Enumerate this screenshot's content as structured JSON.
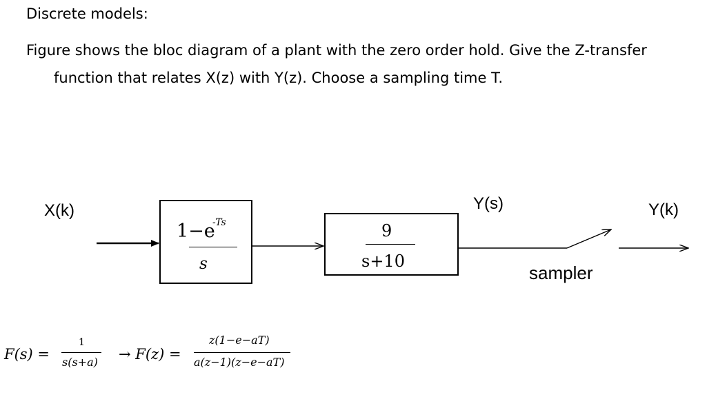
{
  "heading": "Discrete models:",
  "problem": {
    "line1": "Figure shows the bloc diagram of a plant with the zero order hold. Give the Z-transfer",
    "line2": "function that relates X(z) with Y(z). Choose a sampling time T."
  },
  "diagram": {
    "input_label": "X(k)",
    "zoh_block": {
      "numerator": "1−e",
      "numerator_exponent": "-Ts",
      "denominator": "s"
    },
    "plant_block": {
      "numerator": "9",
      "denominator": "s+10"
    },
    "ys_label": "Y(s)",
    "sampler_label": "sampler",
    "output_label": "Y(k)"
  },
  "formula": {
    "lhs": "F(s) =",
    "frac1_num": "1",
    "frac1_den": "s(s+a)",
    "middle": "→ F(z) =",
    "frac2_num": "z(1−e−aT)",
    "frac2_den": "a(z−1)(z−e−aT)"
  },
  "colors": {
    "ink": "#000000",
    "background": "#ffffff"
  }
}
